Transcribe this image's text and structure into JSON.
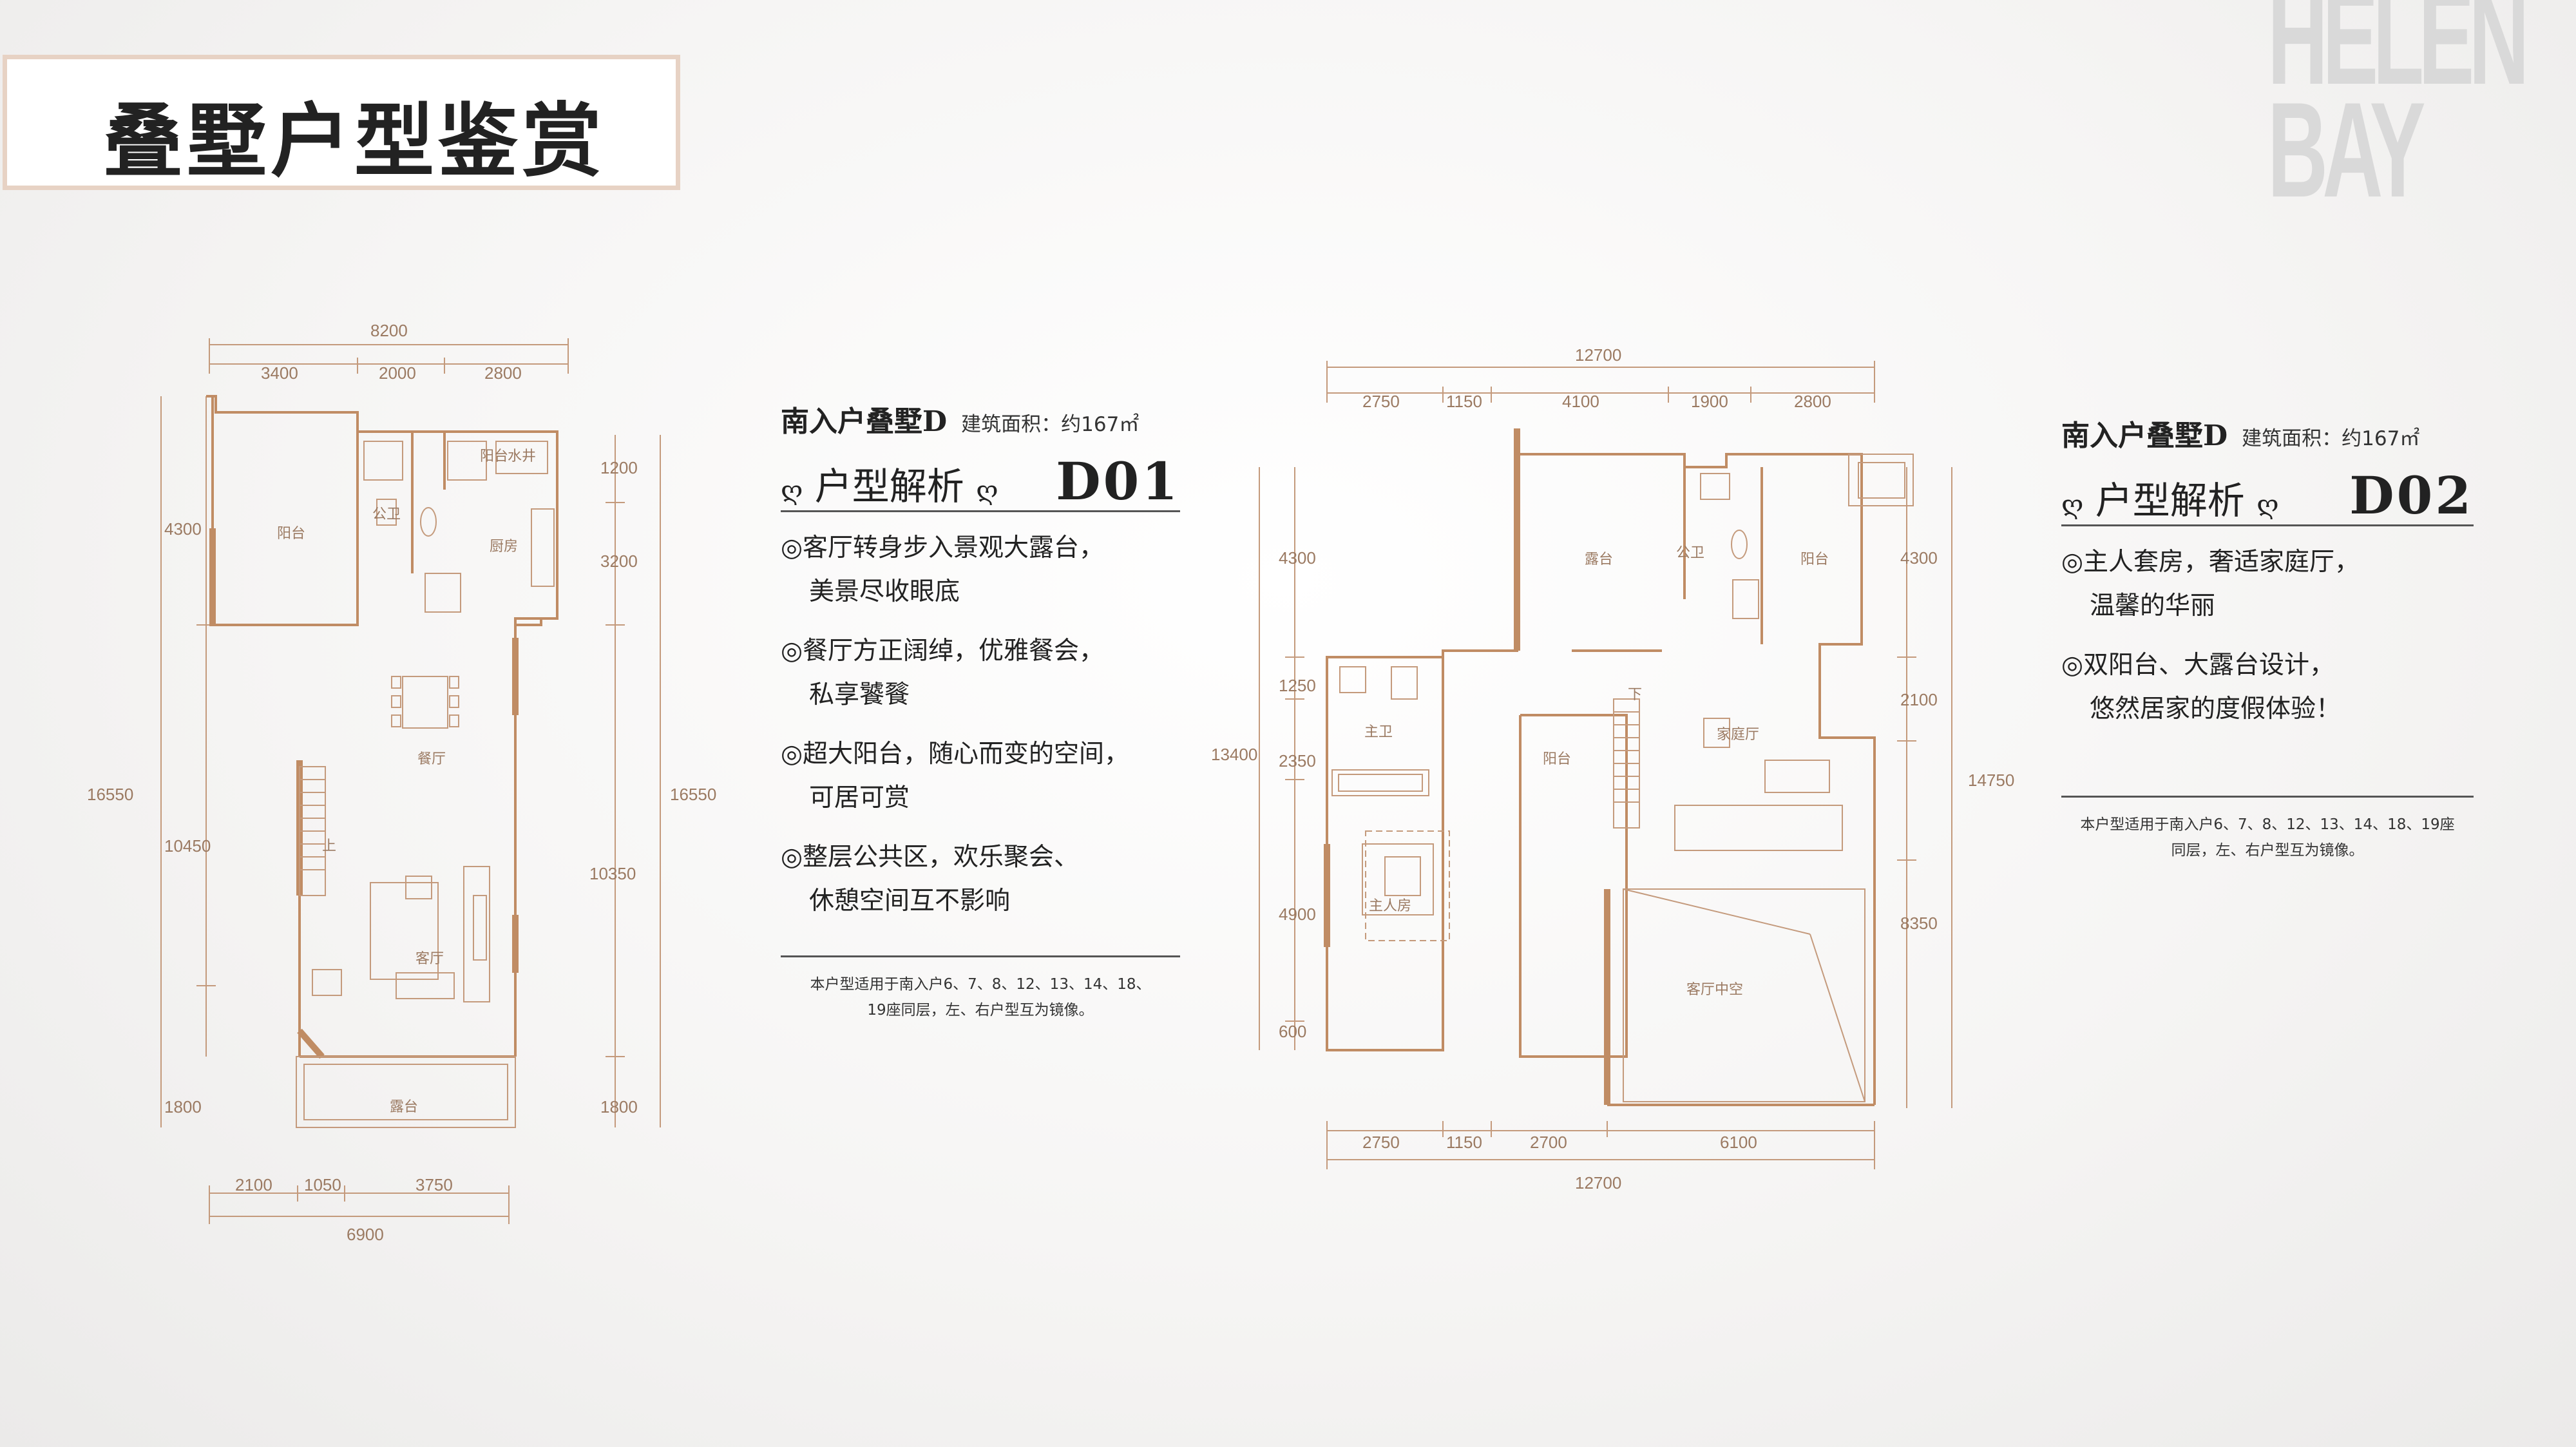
{
  "page_title": "叠墅户型鉴赏",
  "logo": {
    "line1": "HELEN",
    "line2": "BAY"
  },
  "plan_d01": {
    "dims_top": [
      "8200",
      "3400",
      "2000",
      "2800"
    ],
    "dims_bottom": [
      "2100",
      "1050",
      "3750",
      "6900"
    ],
    "dims_left": [
      "4300",
      "16550",
      "10450",
      "1800"
    ],
    "dims_right": [
      "1200",
      "3200",
      "16550",
      "10350",
      "1800"
    ],
    "rooms": [
      "阳台",
      "公卫",
      "阳台",
      "水井",
      "厨房",
      "餐厅",
      "上",
      "客厅",
      "露台"
    ]
  },
  "plan_d02": {
    "dims_top": [
      "12700",
      "2750",
      "1150",
      "4100",
      "1900",
      "2800"
    ],
    "dims_bottom": [
      "2750",
      "1150",
      "2700",
      "6100",
      "12700"
    ],
    "dims_left": [
      "4300",
      "1250",
      "13400",
      "2350",
      "4900",
      "600"
    ],
    "dims_right": [
      "4300",
      "2100",
      "14750",
      "8350"
    ],
    "rooms": [
      "露台",
      "公卫",
      "阳台",
      "主卫",
      "下",
      "阳台",
      "家庭厅",
      "主人房",
      "客厅中空"
    ]
  },
  "info_d01": {
    "name": "南入户叠墅D",
    "area": "建筑面积：约167㎡",
    "analysis": "户型解析",
    "code": "D01",
    "features": [
      {
        "line1": "◎客厅转身步入景观大露台，",
        "line2": "美景尽收眼底"
      },
      {
        "line1": "◎餐厅方正阔绰，优雅餐会，",
        "line2": "私享饕餮"
      },
      {
        "line1": "◎超大阳台，随心而变的空间，",
        "line2": "可居可赏"
      },
      {
        "line1": "◎整层公共区，欢乐聚会、",
        "line2": "休憩空间互不影响"
      }
    ],
    "note1": "本户型适用于南入户6、7、8、12、13、14、18、",
    "note2": "19座同层，左、右户型互为镜像。"
  },
  "info_d02": {
    "name": "南入户叠墅D",
    "area": "建筑面积：约167㎡",
    "analysis": "户型解析",
    "code": "D02",
    "features": [
      {
        "line1": "◎主人套房，奢适家庭厅，",
        "line2": "温馨的华丽"
      },
      {
        "line1": "◎双阳台、大露台设计，",
        "line2": "悠然居家的度假体验！"
      }
    ],
    "note1": "本户型适用于南入户6、7、8、12、13、14、18、19座",
    "note2": "同层，左、右户型互为镜像。"
  },
  "colors": {
    "plan": "#c49a7c",
    "wall": "#c08c64",
    "title_border": "#e7d2c4",
    "logo": "#d9d9d9"
  }
}
